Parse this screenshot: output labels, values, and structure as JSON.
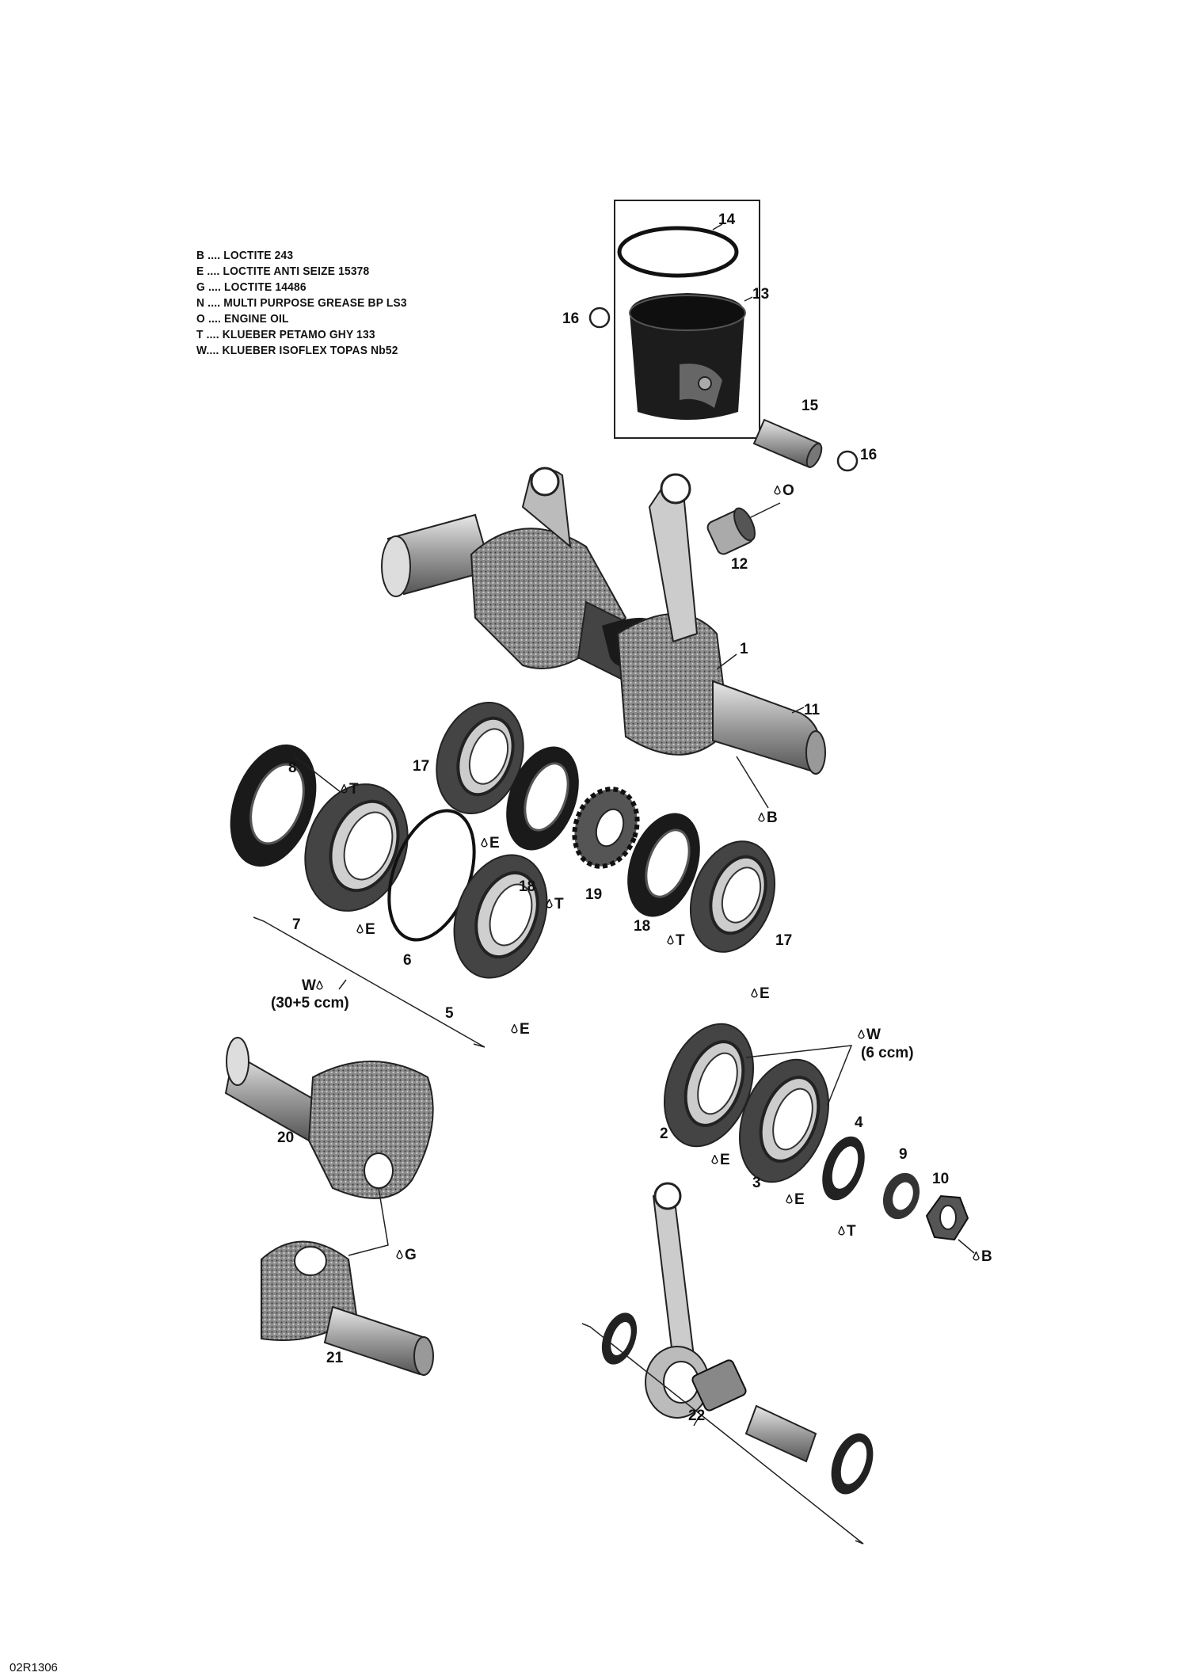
{
  "legend": [
    {
      "code": "B",
      "text": "LOCTITE 243"
    },
    {
      "code": "E",
      "text": "LOCTITE ANTI SEIZE 15378"
    },
    {
      "code": "G",
      "text": "LOCTITE 14486"
    },
    {
      "code": "N",
      "text": "MULTI PURPOSE GREASE BP LS3"
    },
    {
      "code": "O",
      "text": "ENGINE OIL"
    },
    {
      "code": "T",
      "text": "KLUEBER PETAMO GHY 133"
    },
    {
      "code": "W",
      "text": "KLUEBER ISOFLEX TOPAS Nb52"
    }
  ],
  "part_numbers": [
    "14",
    "13",
    "16",
    "15",
    "16",
    "12",
    "1",
    "11",
    "8",
    "17",
    "7",
    "18",
    "19",
    "18",
    "17",
    "6",
    "5",
    "20",
    "2",
    "4",
    "9",
    "10",
    "3",
    "21",
    "22"
  ],
  "lubricant_refs": [
    "O",
    "T",
    "E",
    "T",
    "B",
    "E",
    "W",
    "E",
    "T",
    "E",
    "W",
    "E",
    "E",
    "T",
    "B",
    "G"
  ],
  "quantities": {
    "w_big": "(30+5 ccm)",
    "w_small": "(6 ccm)"
  },
  "drawing_id": "02R1306"
}
